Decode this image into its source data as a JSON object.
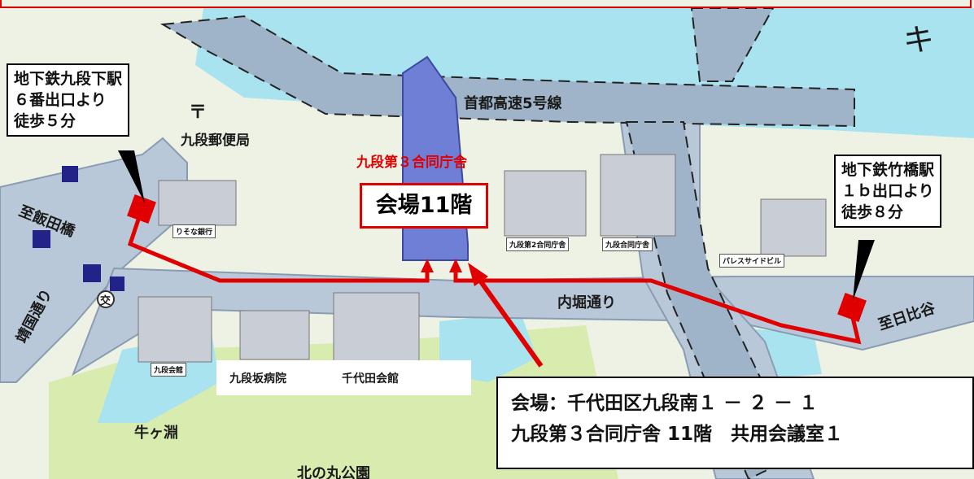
{
  "map": {
    "colors": {
      "road": "#b8c8d8",
      "road_edge": "#8a9cb2",
      "expressway": "#9fb4c8",
      "water": "#a9e3ef",
      "land": "#eef2e4",
      "park": "#d8ecb0",
      "route": "#e00000",
      "building": "#c9ced6",
      "tower": "#6f7fd6"
    },
    "labels": {
      "expressway": "首都高速5号線",
      "uchibori": "内堀通り",
      "iidabashi": "至飯田橋",
      "yasukuni": "靖国通り",
      "hibiya": "至日比谷",
      "post_office": "九段郵便局",
      "post_mark": "〒",
      "koban_mark": "交",
      "ushigafuchi": "牛ヶ淵",
      "kitanomaru": "北の丸公園",
      "building_name_red": "九段第３合同庁舎",
      "north_mark": "キ"
    },
    "buildings": {
      "resona": "りそな銀行",
      "kudan2": "九段第2合同庁舎",
      "kudan_godo": "九段合同庁舎",
      "palaceside": "パレスサイドビル",
      "kudan_kaikan": "九段会館",
      "hospital": "九段坂病院",
      "chiyoda_kaikan": "千代田会館"
    },
    "venue_label": "会場11階"
  },
  "callouts": {
    "kudanshita": [
      "地下鉄九段下駅",
      "６番出口より",
      "徒歩５分"
    ],
    "takebashi": [
      "地下鉄竹橋駅",
      "１ｂ出口より",
      "徒歩８分"
    ]
  },
  "address": {
    "line1": "会場：千代田区九段南１ － ２ － １",
    "line2": "九段第３合同庁舎 11階　共用会議室１"
  }
}
